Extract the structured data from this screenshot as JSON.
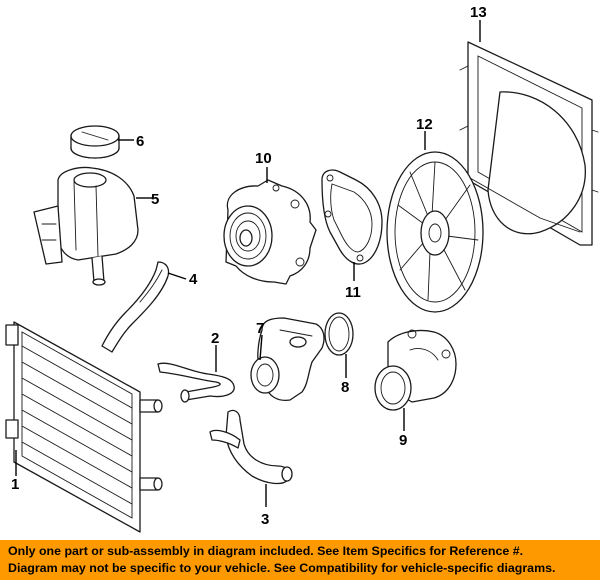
{
  "callouts": {
    "c1": "1",
    "c2": "2",
    "c3": "3",
    "c4": "4",
    "c5": "5",
    "c6": "6",
    "c7": "7",
    "c8": "8",
    "c9": "9",
    "c10": "10",
    "c11": "11",
    "c12": "12",
    "c13": "13"
  },
  "notice": {
    "line1": "Only one part or sub-assembly in diagram included. See Item Specifics for Reference #.",
    "line2": "Diagram may not be specific to your vehicle. See Compatibility for vehicle-specific diagrams."
  },
  "colors": {
    "notice_background": "#ff9900",
    "line_art": "#1a1a1a"
  }
}
